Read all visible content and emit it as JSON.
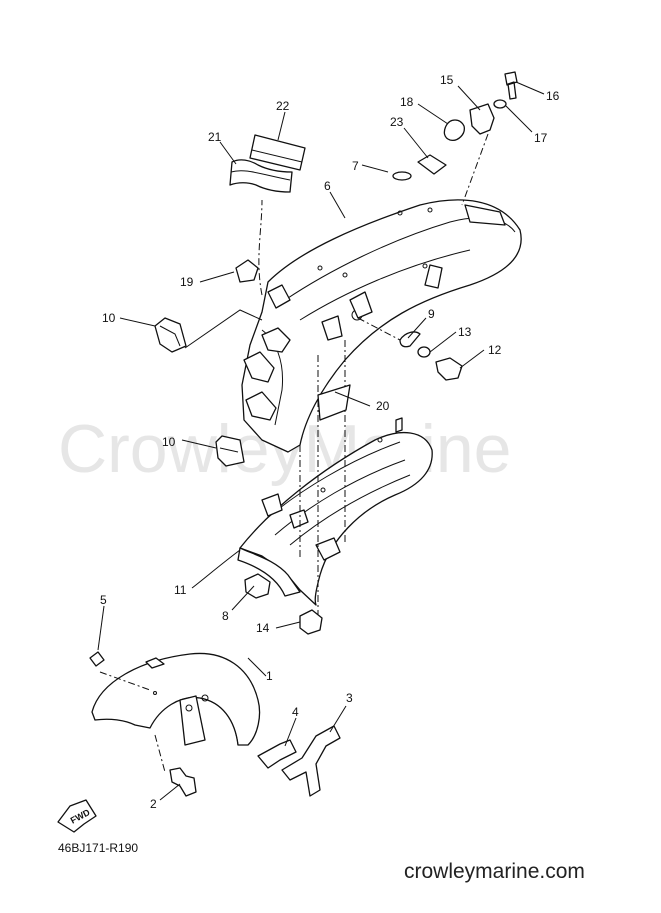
{
  "watermark": "CrowleyMarine",
  "diagram_code": "46BJ171-R190",
  "site": "crowleymarine.com",
  "fwd_label": "FWD",
  "callouts": [
    "1",
    "2",
    "3",
    "4",
    "5",
    "6",
    "7",
    "8",
    "9",
    "10",
    "10",
    "11",
    "12",
    "13",
    "14",
    "15",
    "16",
    "17",
    "18",
    "19",
    "20",
    "21",
    "22",
    "23"
  ]
}
